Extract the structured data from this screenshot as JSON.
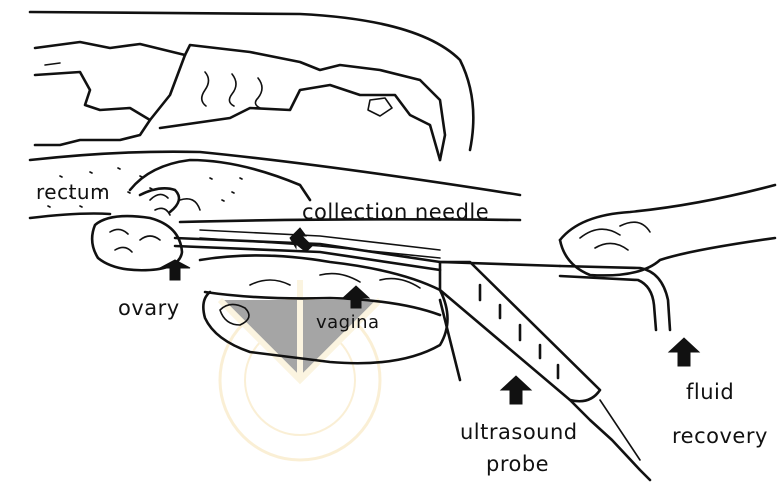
{
  "labels": {
    "rectum": "rectum",
    "collection_needle": "collection needle",
    "ovary": "ovary",
    "vagina": "vagina",
    "ultrasound_line1": "ultrasound",
    "ultrasound_line2": "probe",
    "fluid_line1": "fluid",
    "fluid_line2": "recovery"
  },
  "colors": {
    "ink": "#111111",
    "background": "#ffffff",
    "watermark": "#f3d28a"
  }
}
